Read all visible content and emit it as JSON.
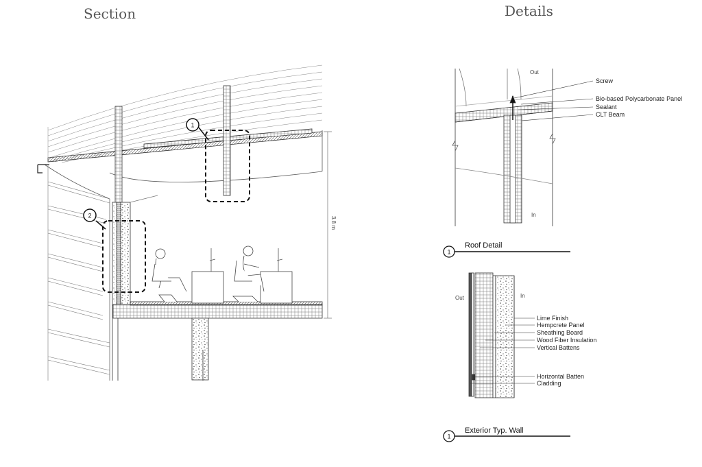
{
  "headings": {
    "section": "Section",
    "details": "Details"
  },
  "section": {
    "height_dim": "3.8 m",
    "callout_1": "1",
    "callout_2": "2"
  },
  "roof_detail": {
    "out_label": "Out",
    "in_label": "In",
    "labels": [
      "Screw",
      "Bio-based Polycarbonate Panel",
      "Sealant",
      "CLT Beam"
    ],
    "title_number": "1",
    "title": "Roof Detail"
  },
  "wall_detail": {
    "out_label": "Out",
    "in_label": "In",
    "labels": [
      "Lime Finish",
      "Hempcrete Panel",
      "Sheathing Board",
      "Wood Fiber Insulation",
      "Vertical Battens",
      "Horizontal Batten",
      "Cladding"
    ],
    "title_number": "1",
    "title": "Exterior Typ. Wall"
  }
}
